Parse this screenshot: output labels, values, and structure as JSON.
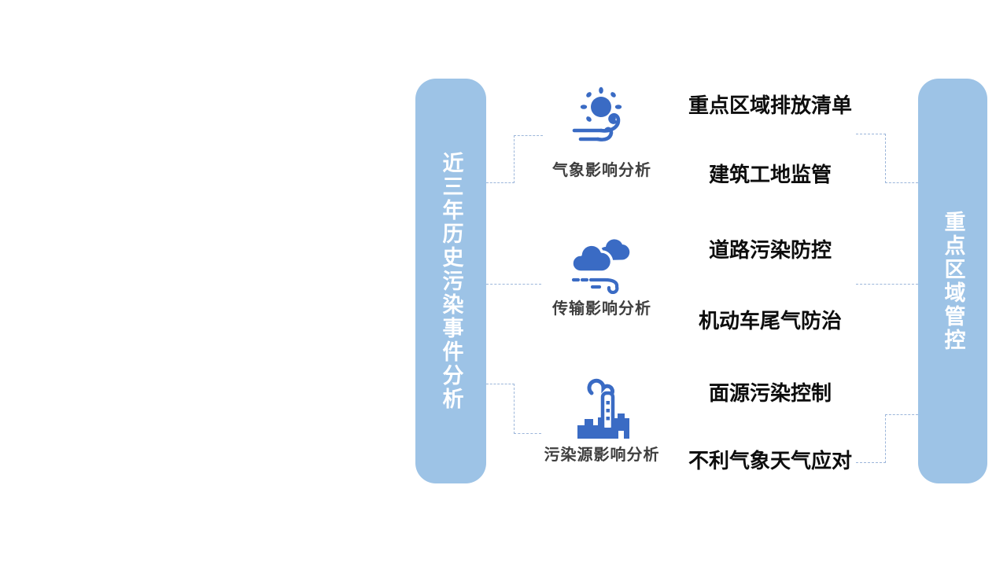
{
  "left_bar": {
    "label": "近三年历史污染事件分析"
  },
  "right_bar": {
    "label": "重点区域管控"
  },
  "branches": [
    {
      "icon": "sun-wind-icon",
      "label": "气象影响分析"
    },
    {
      "icon": "clouds-wind-icon",
      "label": "传输影响分析"
    },
    {
      "icon": "factory-smoke-icon",
      "label": "污染源影响分析"
    }
  ],
  "measures": [
    "重点区域排放清单",
    "建筑工地监管",
    "道路污染防控",
    "机动车尾气防治",
    "面源污染控制",
    "不利气象天气应对"
  ],
  "colors": {
    "bar_fill": "#9DC3E6",
    "bar_text": "#FFFFFF",
    "icon_blue": "#3A6BC4",
    "connector": "#9CB6DA",
    "caption_text": "#3F3F3F",
    "measure_text": "#0D0D0D",
    "background": "#FFFFFF"
  }
}
